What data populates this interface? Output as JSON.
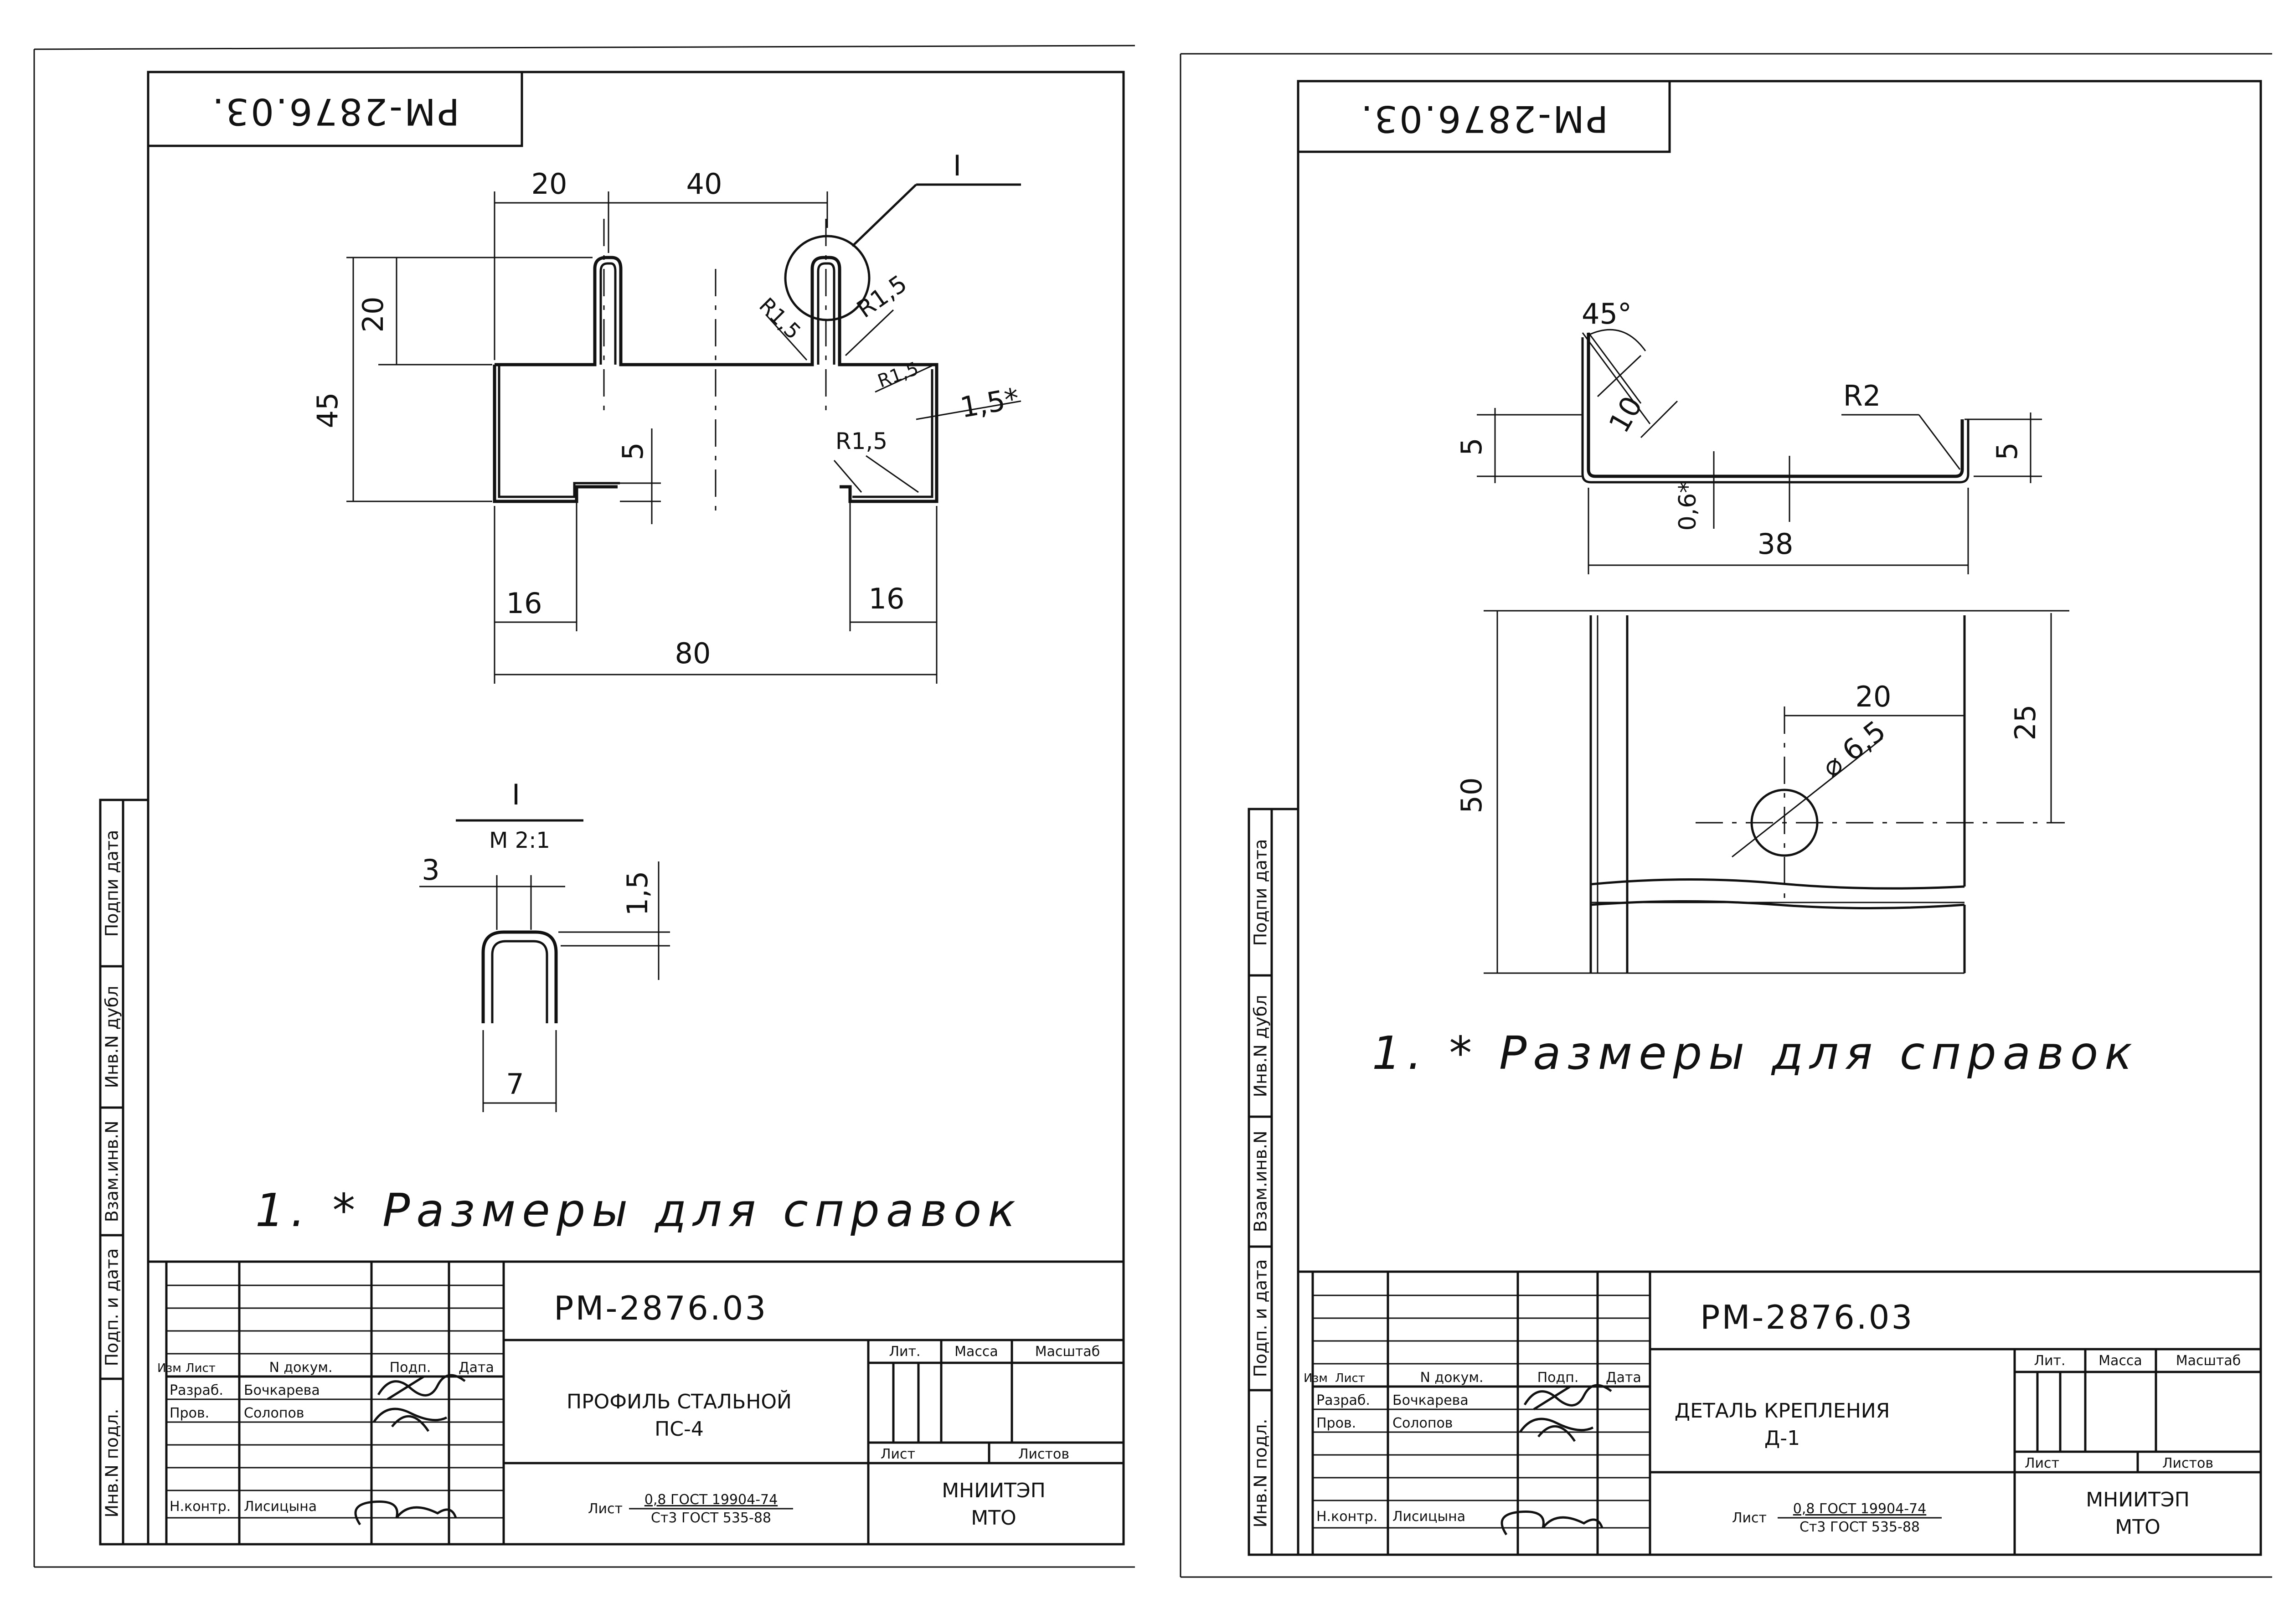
{
  "sheets": [
    {
      "stamp_code": "РМ-2876.03.",
      "code": "РМ-2876.03",
      "title_line1": "ПРОФИЛЬ СТАЛЬНОЙ",
      "title_line2": "ПС-4",
      "list_label": "Лист",
      "material_top": "0,8 ГОСТ 19904-74",
      "material_bottom": "Ст3 ГОСТ 535-88",
      "org_line1": "МНИИТЭП",
      "org_line2": "МТО",
      "note": "1. * Размеры для справок",
      "dims": {
        "d20": "20",
        "d40": "40",
        "d20v": "20",
        "d45": "45",
        "d5": "5",
        "d16a": "16",
        "d16b": "16",
        "d80": "80",
        "r1": "R1,5",
        "r2": "R1,5",
        "r3": "R1,5",
        "r4": "R1,5",
        "t15": "1,5*",
        "callout": "I"
      },
      "detail": {
        "label": "I",
        "scale": "M 2:1",
        "d3": "3",
        "d15": "1,5",
        "d7": "7"
      }
    },
    {
      "stamp_code": "РМ-2876.03.",
      "code": "РМ-2876.03",
      "title_line1": "ДЕТАЛЬ КРЕПЛЕНИЯ",
      "title_line2": "Д-1",
      "list_label": "Лист",
      "material_top": "0,8 ГОСТ 19904-74",
      "material_bottom": "Ст3 ГОСТ 535-88",
      "org_line1": "МНИИТЭП",
      "org_line2": "МТО",
      "note": "1. * Размеры для справок",
      "dims": {
        "a45": "45°",
        "d10": "10",
        "d5a": "5",
        "d5b": "5",
        "r2": "R2",
        "t06": "0,6*",
        "d38": "38",
        "d20": "20",
        "d25": "25",
        "d50": "50",
        "hole": "⌀ 6,5"
      }
    }
  ],
  "titleblock": {
    "izm": "Изм",
    "list": "Лист",
    "ndoc": "N докум.",
    "podp": "Подп.",
    "data": "Дата",
    "razrab_role": "Разраб.",
    "razrab_name": "Бочкарева",
    "prov_role": "Пров.",
    "prov_name": "Солопов",
    "nkontr_role": "Н.контр.",
    "nkontr_name": "Лисицына",
    "lit": "Лит.",
    "massa": "Масса",
    "masshtab": "Масштаб",
    "list2": "Лист",
    "listov": "Листов"
  },
  "side_stamp": [
    "Инв.N подл.",
    "Подп. и дата",
    "Взам.инв.N",
    "Инв.N дубл",
    "Подпи дата"
  ]
}
